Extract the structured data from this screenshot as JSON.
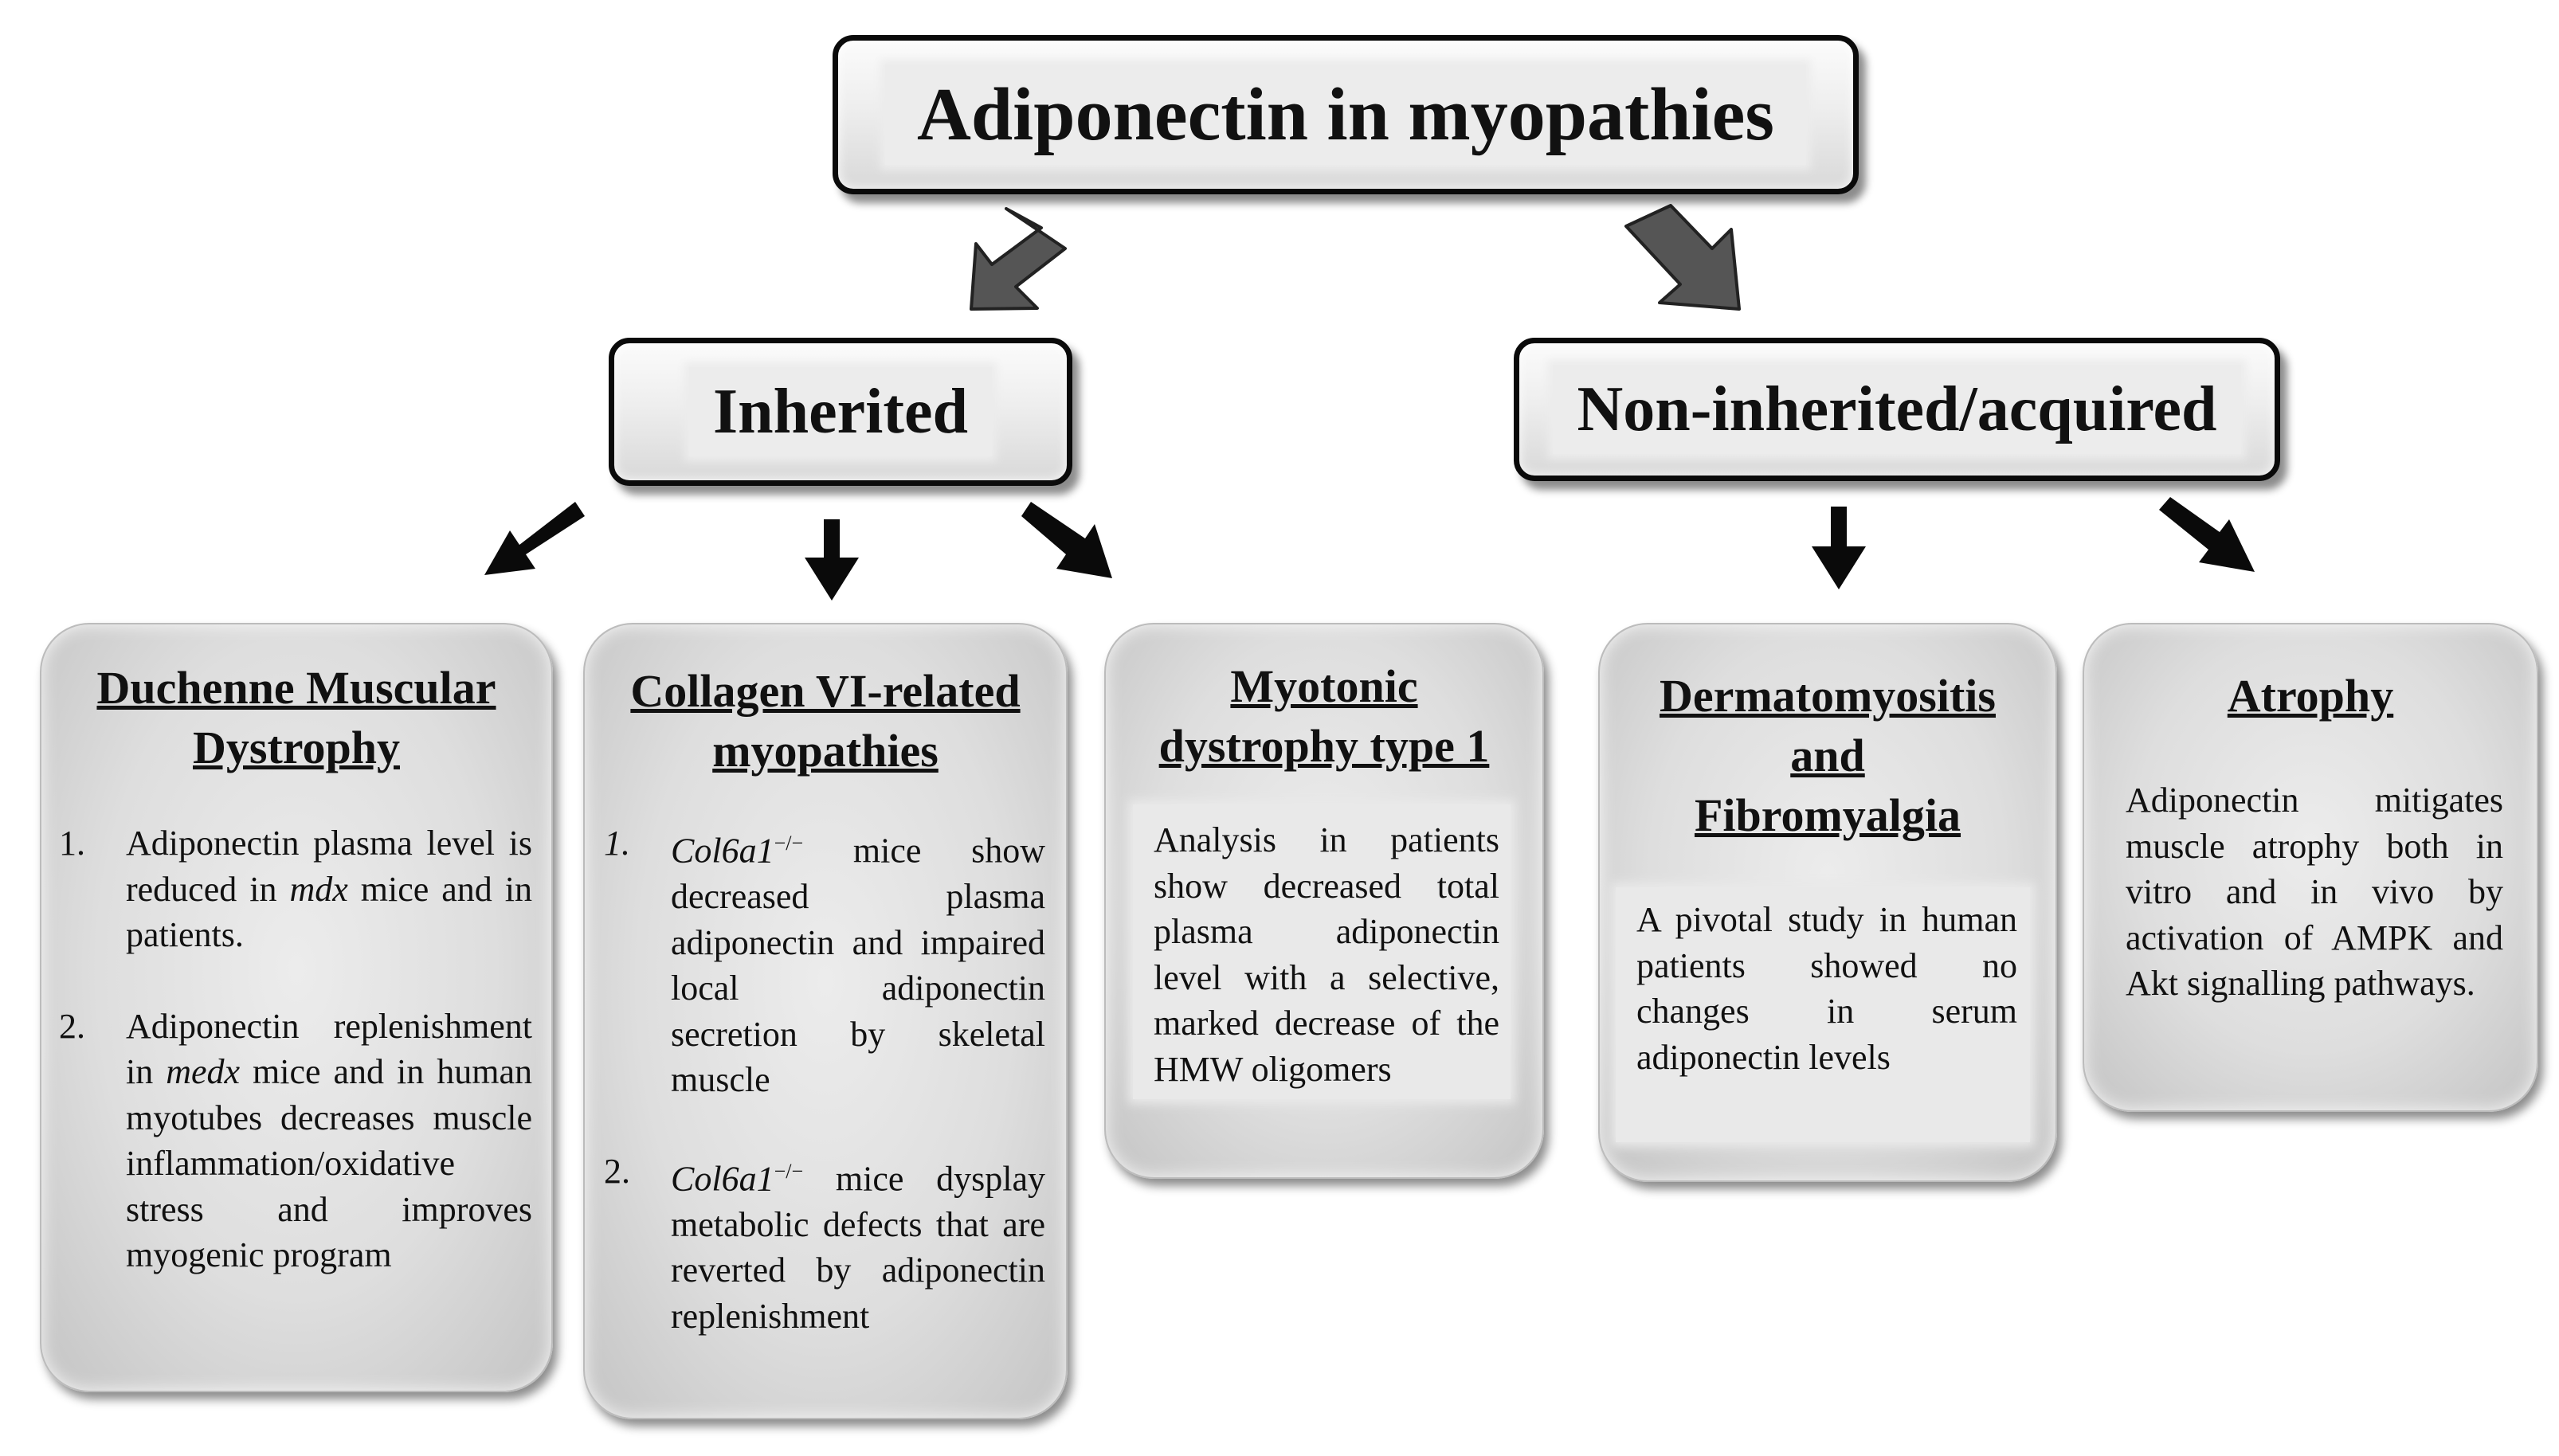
{
  "root": {
    "title": "Adiponectin in myopathies"
  },
  "branches": {
    "inherited": {
      "label": "Inherited"
    },
    "acquired": {
      "label": "Non-inherited/acquired"
    }
  },
  "cards": {
    "dmd": {
      "title_line1": "Duchenne Muscular",
      "title_line2": "Dystrophy",
      "items": [
        {
          "num": "1.",
          "pre": "Adiponectin plasma level is reduced in ",
          "em": "mdx",
          "post": " mice and in patients."
        },
        {
          "num": "2.",
          "pre": "Adiponectin replenishment in ",
          "em": "medx",
          "post": " mice and in human myotubes decreases muscle inflammation/oxidative stress and improves myogenic program"
        }
      ]
    },
    "col6": {
      "title_line1": "Collagen VI-related",
      "title_line2": "myopathies",
      "items": [
        {
          "num": "1.",
          "gene": "Col6a1",
          "sup": "−/−",
          "text": " mice show decreased plasma adiponectin and impaired local adiponectin secretion by skeletal muscle"
        },
        {
          "num": "2.",
          "gene": "Col6a1",
          "sup": "−/−",
          "text": " mice dysplay metabolic defects that are reverted by adiponectin replenishment"
        }
      ]
    },
    "dm1": {
      "title_line1": "Myotonic",
      "title_line2": "dystrophy type 1",
      "text": "Analysis in patients show decreased total plasma adiponectin level with a selective, marked decrease of the HMW oligomers"
    },
    "derm": {
      "title_line1": "Dermatomyositis",
      "title_line2": "and",
      "title_line3": "Fibromyalgia",
      "text": "A pivotal study in human patients showed no changes in serum adiponectin levels"
    },
    "atrophy": {
      "title": "Atrophy",
      "text": "Adiponectin mitigates muscle atrophy both in vitro and in vivo by activation of AMPK and Akt signalling pathways."
    }
  },
  "colors": {
    "box_border": "#0a0a0a",
    "box_fill": "#e6e6e6",
    "arrow_large": "#4f4f4f",
    "arrow_small": "#0a0a0a"
  }
}
